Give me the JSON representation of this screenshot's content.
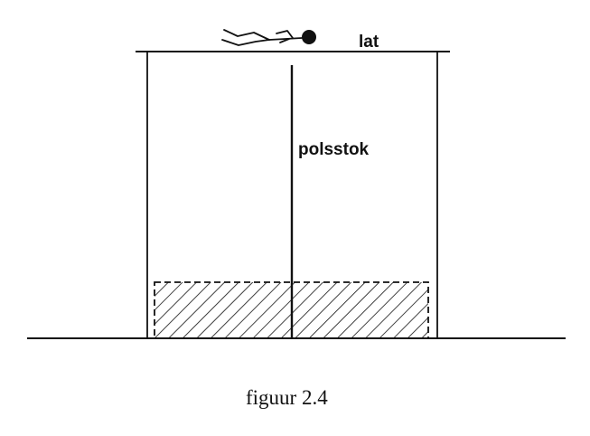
{
  "labels": {
    "bar": "lat",
    "pole": "polsstok"
  },
  "caption": "figuur 2.4",
  "colors": {
    "ink": "#111111",
    "background": "#ffffff"
  },
  "icons": {
    "jumper": "pole-vaulter-figure"
  }
}
